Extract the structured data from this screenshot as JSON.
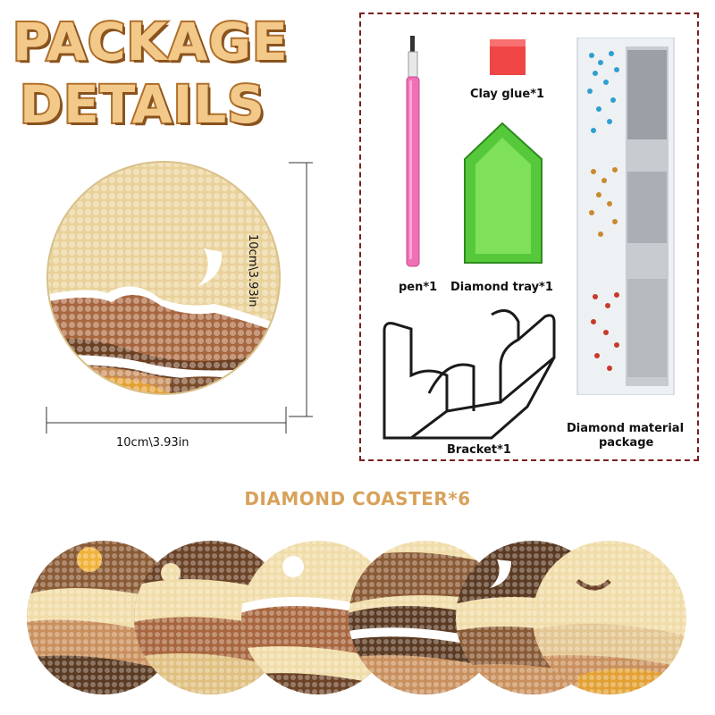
{
  "title": {
    "line1": "PACKAGE",
    "line2": "DETAILS"
  },
  "dimensions": {
    "height_label": "10cm\\3.93in",
    "width_label": "10cm\\3.93in"
  },
  "package_items": {
    "pen": "pen*1",
    "clay_glue": "Clay glue*1",
    "diamond_tray": "Diamond tray*1",
    "bracket": "Bracket*1",
    "material_line1": "Diamond material",
    "material_line2": "package"
  },
  "subtitle": "DIAMOND COASTER*6",
  "colors": {
    "title_fill": "#f3c98a",
    "title_stroke": "#b0702c",
    "subtitle": "#d8a25a",
    "border": "#7a1f1f",
    "coaster_cream": "#f0dca8",
    "coaster_brown": "#8a5a35",
    "coaster_dark": "#5a3a22",
    "coaster_tan": "#c98f5c"
  }
}
